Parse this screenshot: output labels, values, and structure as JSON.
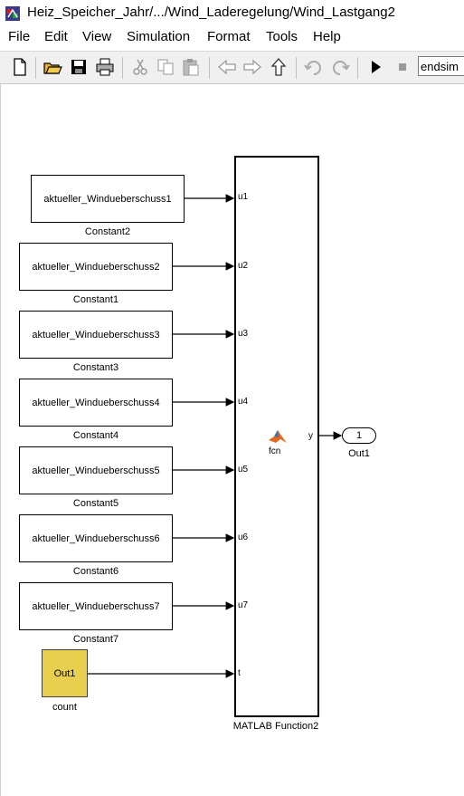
{
  "window": {
    "title": "Heiz_Speicher_Jahr/.../Wind_Laderegelung/Wind_Lastgang2"
  },
  "menu": [
    "File",
    "Edit",
    "View",
    "Simulation",
    "Format",
    "Tools",
    "Help"
  ],
  "toolbar": {
    "icons": [
      "new-model-icon",
      "open-icon",
      "save-icon",
      "print-icon",
      "cut-icon",
      "copy-icon",
      "paste-icon",
      "back-icon",
      "forward-icon",
      "up-icon",
      "undo-icon",
      "redo-icon",
      "run-icon",
      "stop-icon"
    ],
    "stop_time": "endsim"
  },
  "diagram": {
    "constants": [
      {
        "value": "aktueller_Windueberschuss1",
        "name": "Constant2"
      },
      {
        "value": "aktueller_Windueberschuss2",
        "name": "Constant1"
      },
      {
        "value": "aktueller_Windueberschuss3",
        "name": "Constant3"
      },
      {
        "value": "aktueller_Windueberschuss4",
        "name": "Constant4"
      },
      {
        "value": "aktueller_Windueberschuss5",
        "name": "Constant5"
      },
      {
        "value": "aktueller_Windueberschuss6",
        "name": "Constant6"
      },
      {
        "value": "aktueller_Windueberschuss7",
        "name": "Constant7"
      }
    ],
    "counter": {
      "port_label": "Out1",
      "name": "count"
    },
    "function_block": {
      "name": "MATLAB Function2",
      "icon_label": "fcn",
      "inputs": [
        "u1",
        "u2",
        "u3",
        "u4",
        "u5",
        "u6",
        "u7",
        "t"
      ],
      "output": "y"
    },
    "outport": {
      "number": "1",
      "name": "Out1"
    }
  }
}
